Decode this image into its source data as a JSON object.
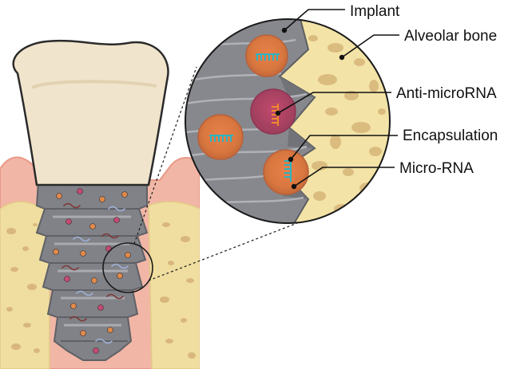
{
  "labels": {
    "implant": "Implant",
    "alveolar_bone": "Alveolar bone",
    "anti_microrna": "Anti-microRNA",
    "encapsulation": "Encapsulation",
    "micro_rna": "Micro-RNA"
  },
  "colors": {
    "tooth_crown": "#f1e4cc",
    "gum": "#f2b6a6",
    "bone": "#f0dea0",
    "bone_pores": "#d9b77c",
    "implant_metal": "#808287",
    "nanoparticle": "#e0854a",
    "anti_microrna_particle": "#b04868",
    "strand": "#2bb3c4"
  }
}
